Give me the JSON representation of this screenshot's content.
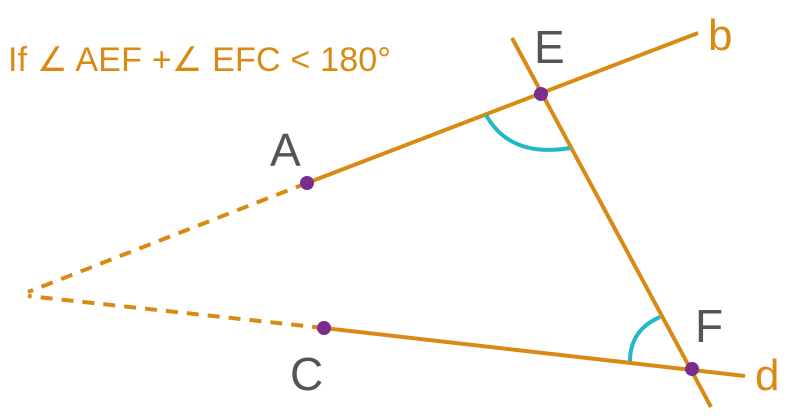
{
  "caption": "If ∠ AEF +∠ EFC < 180°",
  "points": {
    "A": "A",
    "C": "C",
    "E": "E",
    "F": "F"
  },
  "lines": {
    "b": "b",
    "d": "d"
  },
  "colors": {
    "line": "#d98a12",
    "point": "#7b2d8e",
    "angle_arc": "#22b7c9",
    "point_label": "#555555",
    "caption": "#d98a12"
  }
}
